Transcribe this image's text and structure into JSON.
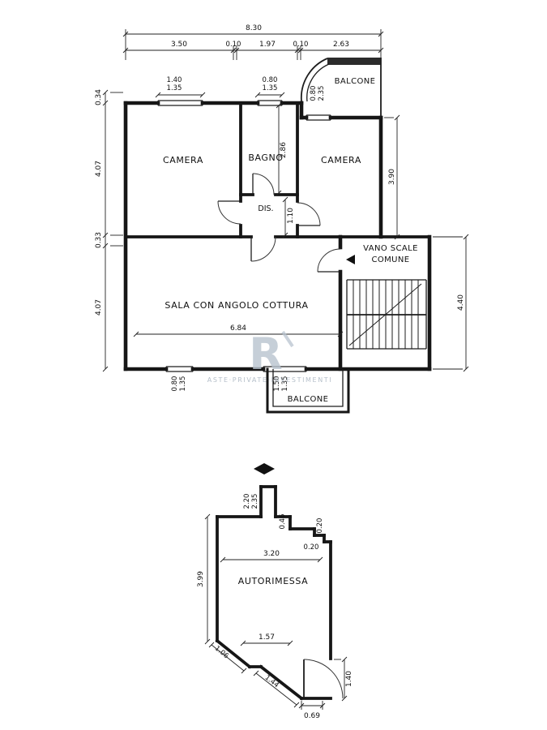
{
  "floor": {
    "rooms": {
      "camera_left": "CAMERA",
      "bagno": "BAGNO",
      "camera_right": "CAMERA",
      "dis": "DIS.",
      "sala": "SALA CON ANGOLO COTTURA",
      "vano_scale_1": "VANO SCALE",
      "vano_scale_2": "COMUNE",
      "balcone_top": "BALCONE",
      "balcone_bottom": "BALCONE"
    },
    "dims": {
      "total_width": "8.30",
      "top_segments": [
        "3.50",
        "0.10",
        "1.97",
        "0.10",
        "2.63"
      ],
      "left": [
        "0.34",
        "4.07",
        "0.33",
        "4.07"
      ],
      "right_upper": "3.90",
      "right_lower": "4.40",
      "bagno_depth": "2.86",
      "dis_width": "1.10",
      "sala_width": "6.84",
      "window_left": [
        "1.40",
        "1.35"
      ],
      "window_bagno": [
        "0.80",
        "1.35"
      ],
      "door_balcone": [
        "0.80",
        "2.35"
      ],
      "window_bottom": [
        "0.80",
        "1.35"
      ],
      "door_bottom": [
        "1.50",
        "1.35"
      ]
    }
  },
  "garage": {
    "room": "AUTORIMESSA",
    "dims": {
      "top": [
        "2.20",
        "2.35"
      ],
      "step_a": "0.46",
      "step_b": "0.20",
      "step_c": "0.20",
      "width": "3.20",
      "depth": "3.99",
      "bottom_inner": "1.57",
      "slant_left": "1.06",
      "slant_right": "1.44",
      "door_side": "1.40",
      "door_stub": "0.69"
    }
  },
  "watermark": {
    "logo": "R",
    "caption": "ASTE·PRIVATE·INVESTIMENTI"
  }
}
